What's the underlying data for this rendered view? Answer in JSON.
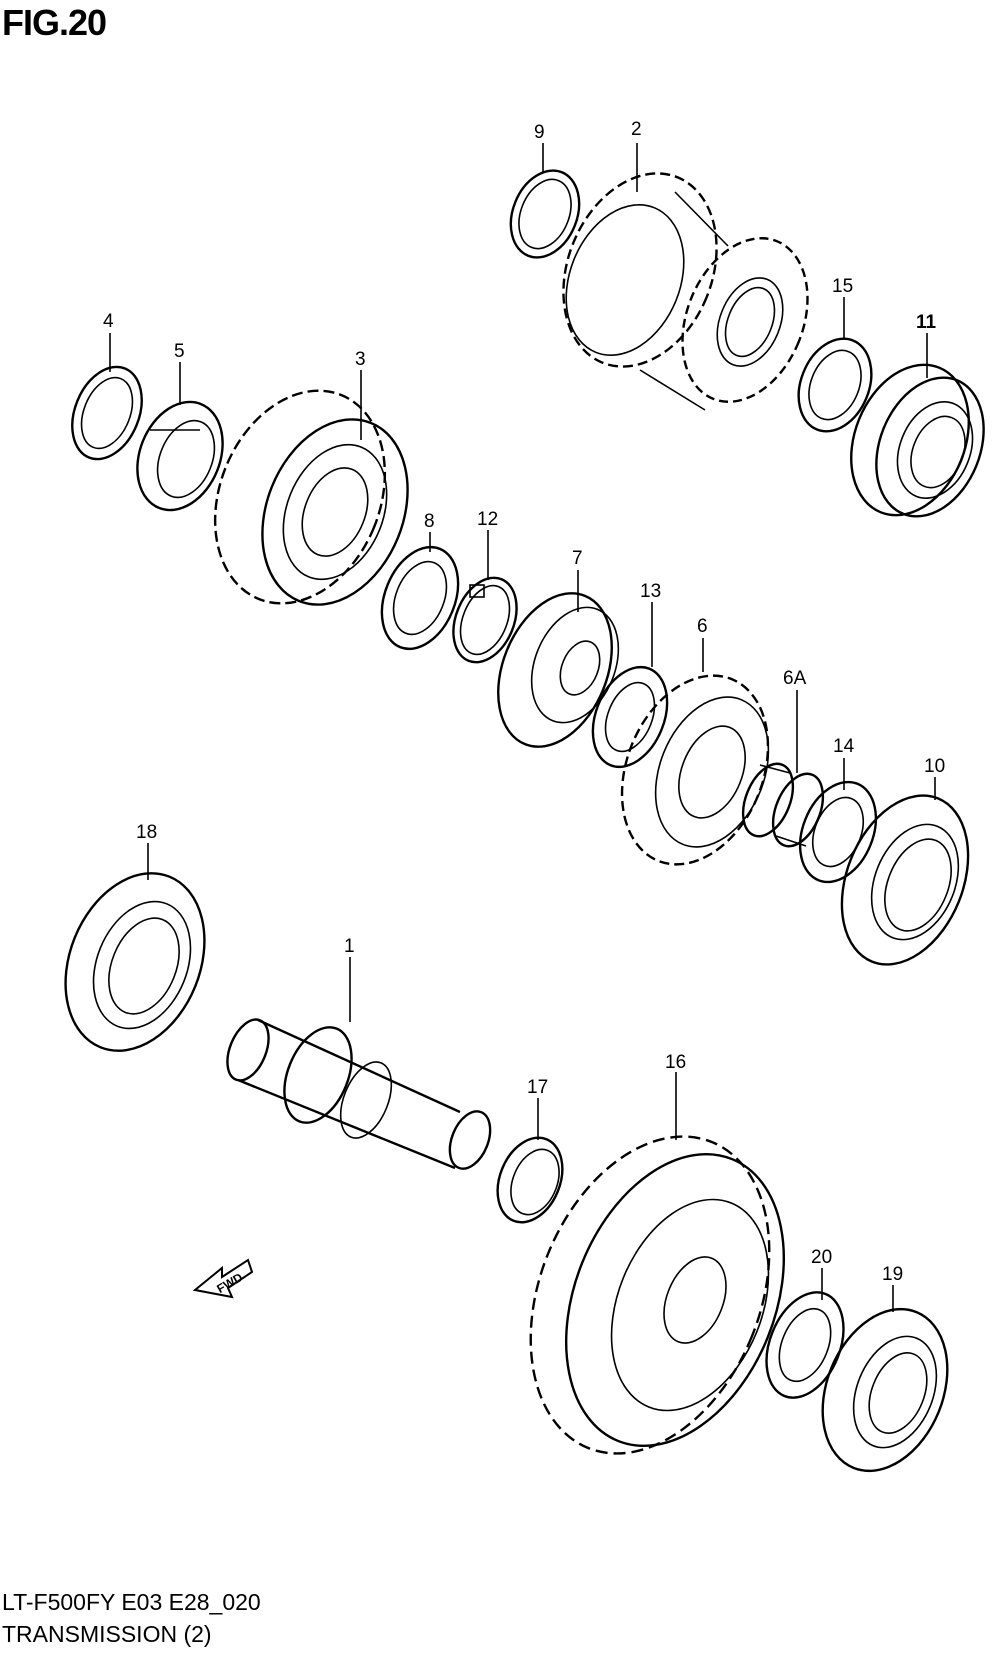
{
  "figure": {
    "title": "FIG.20"
  },
  "footer": {
    "model_code": "LT-F500FY E03 E28_020",
    "section_name": "TRANSMISSION (2)"
  },
  "fwd_arrow": {
    "label": "FWD"
  },
  "callouts": {
    "p1": "1",
    "p2": "2",
    "p3": "3",
    "p4": "4",
    "p5": "5",
    "p6": "6",
    "p6a": "6A",
    "p7": "7",
    "p8": "8",
    "p9": "9",
    "p10": "10",
    "p11": "11",
    "p12": "12",
    "p13": "13",
    "p14": "14",
    "p15": "15",
    "p16": "16",
    "p17": "17",
    "p18": "18",
    "p19": "19",
    "p20": "20"
  }
}
